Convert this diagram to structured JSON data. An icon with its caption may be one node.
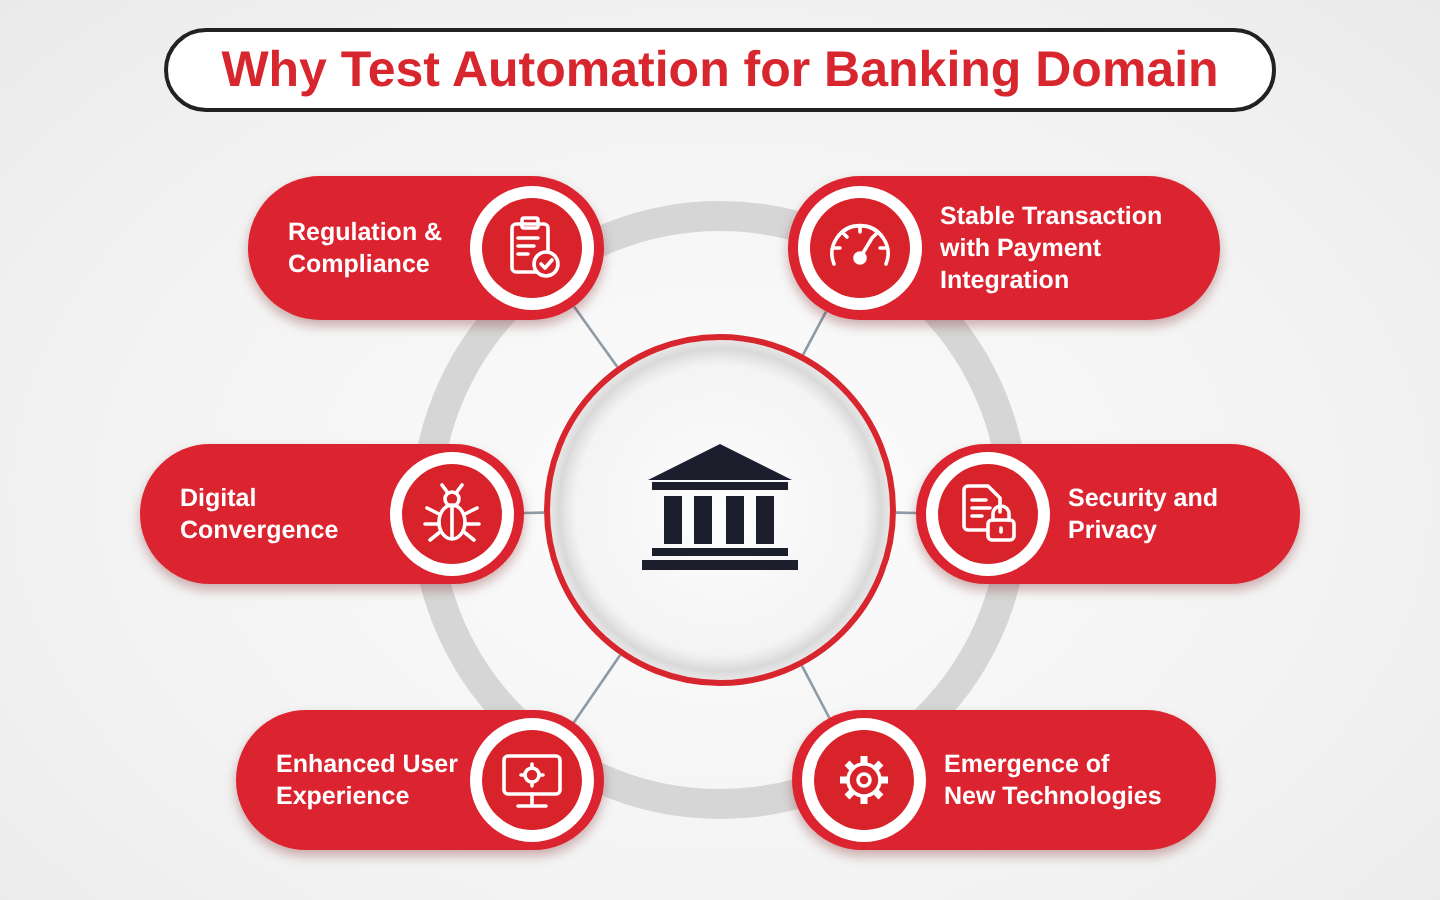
{
  "diagram": {
    "title": "Why Test Automation for Banking Domain",
    "nodes": [
      {
        "text": [
          "Regulation & Compliance"
        ]
      },
      {
        "text": [
          "Stable Transaction with Payment Integration"
        ]
      },
      {
        "text": [
          "Digital Convergence"
        ]
      },
      {
        "text": [],
        "shape": "circle"
      },
      {
        "text": [
          "Security and Privacy"
        ]
      },
      {
        "text": [
          "Enhanced User Experience"
        ]
      },
      {
        "text": [
          "Emergence of New Technologies"
        ]
      }
    ],
    "edges": [
      {
        "from": 3,
        "to": 0,
        "arrow": "none"
      },
      {
        "from": 3,
        "to": 1,
        "arrow": "none"
      },
      {
        "from": 3,
        "to": 2,
        "arrow": "none"
      },
      {
        "from": 3,
        "to": 4,
        "arrow": "none"
      },
      {
        "from": 3,
        "to": 5,
        "arrow": "none"
      },
      {
        "from": 3,
        "to": 6,
        "arrow": "none"
      }
    ]
  }
}
